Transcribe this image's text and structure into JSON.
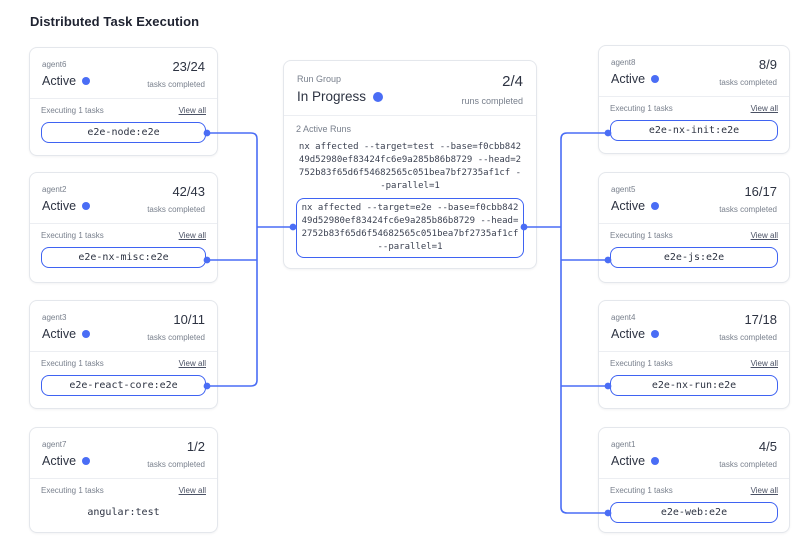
{
  "page": {
    "title": "Distributed Task Execution"
  },
  "colors": {
    "accent": "#4a6df5",
    "pill_border": "#3f63f2",
    "card_border": "#e4e7ec"
  },
  "agents": {
    "left": [
      {
        "name": "agent6",
        "status": "Active",
        "progress": "23/24",
        "progress_label": "tasks completed",
        "executing": "Executing 1 tasks",
        "view_all": "View all",
        "task": "e2e-node:e2e"
      },
      {
        "name": "agent2",
        "status": "Active",
        "progress": "42/43",
        "progress_label": "tasks completed",
        "executing": "Executing 1 tasks",
        "view_all": "View all",
        "task": "e2e-nx-misc:e2e"
      },
      {
        "name": "agent3",
        "status": "Active",
        "progress": "10/11",
        "progress_label": "tasks completed",
        "executing": "Executing 1 tasks",
        "view_all": "View all",
        "task": "e2e-react-core:e2e"
      },
      {
        "name": "agent7",
        "status": "Active",
        "progress": "1/2",
        "progress_label": "tasks completed",
        "executing": "Executing 1 tasks",
        "view_all": "View all",
        "task": "angular:test"
      }
    ],
    "right": [
      {
        "name": "agent8",
        "status": "Active",
        "progress": "8/9",
        "progress_label": "tasks completed",
        "executing": "Executing 1 tasks",
        "view_all": "View all",
        "task": "e2e-nx-init:e2e"
      },
      {
        "name": "agent5",
        "status": "Active",
        "progress": "16/17",
        "progress_label": "tasks completed",
        "executing": "Executing 1 tasks",
        "view_all": "View all",
        "task": "e2e-js:e2e"
      },
      {
        "name": "agent4",
        "status": "Active",
        "progress": "17/18",
        "progress_label": "tasks completed",
        "executing": "Executing 1 tasks",
        "view_all": "View all",
        "task": "e2e-nx-run:e2e"
      },
      {
        "name": "agent1",
        "status": "Active",
        "progress": "4/5",
        "progress_label": "tasks completed",
        "executing": "Executing 1 tasks",
        "view_all": "View all",
        "task": "e2e-web:e2e"
      }
    ]
  },
  "run_group": {
    "label": "Run Group",
    "status": "In Progress",
    "progress": "2/4",
    "progress_label": "runs completed",
    "active_runs_label": "2 Active Runs",
    "command_plain": "nx affected --target=test --base=f0cbb84249d52980ef83424fc6e9a285b86b8729 --head=2752b83f65d6f54682565c051bea7bf2735af1cf --parallel=1",
    "command_active": "nx affected --target=e2e --base=f0cbb84249d52980ef83424fc6e9a285b86b8729 --head=2752b83f65d6f54682565c051bea7bf2735af1cf --parallel=1"
  }
}
